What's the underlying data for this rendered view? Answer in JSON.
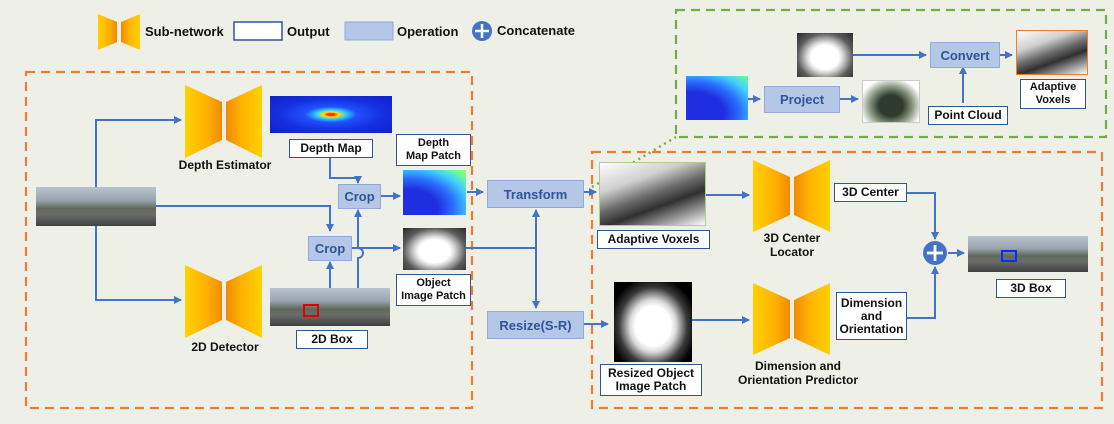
{
  "legend": {
    "subnetwork": "Sub-network",
    "output": "Output",
    "operation": "Operation",
    "concatenate": "Concatenate"
  },
  "labels": {
    "depth_estimator": "Depth Estimator",
    "detector_2d": "2D Detector",
    "depth_map": "Depth Map",
    "depth_map_patch_1": "Depth",
    "depth_map_patch_2": "Map Patch",
    "object_image_patch_1": "Object",
    "object_image_patch_2": "Image Patch",
    "box_2d": "2D Box",
    "crop_top": "Crop",
    "crop_bottom": "Crop",
    "transform": "Transform",
    "resize": "Resize(S-R)",
    "adaptive_voxels": "Adaptive Voxels",
    "center_locator_1": "3D Center",
    "center_locator_2": "Locator",
    "center_3d": "3D Center",
    "dim_orient_1": "Dimension",
    "dim_orient_2": "and",
    "dim_orient_3": "Orientation",
    "dim_predictor_1": "Dimension and",
    "dim_predictor_2": "Orientation Predictor",
    "resized_patch_1": "Resized Object",
    "resized_patch_2": "Image Patch",
    "box_3d": "3D Box",
    "project": "Project",
    "convert": "Convert",
    "point_cloud": "Point Cloud",
    "adaptive_voxels_small_1": "Adaptive",
    "adaptive_voxels_small_2": "Voxels"
  },
  "colors": {
    "dashed_orange": "#ed7d31",
    "dashed_green": "#70ad47",
    "arrow": "#4472c4",
    "op_fill": "#b4c7e7",
    "output_border": "#2f5597"
  }
}
